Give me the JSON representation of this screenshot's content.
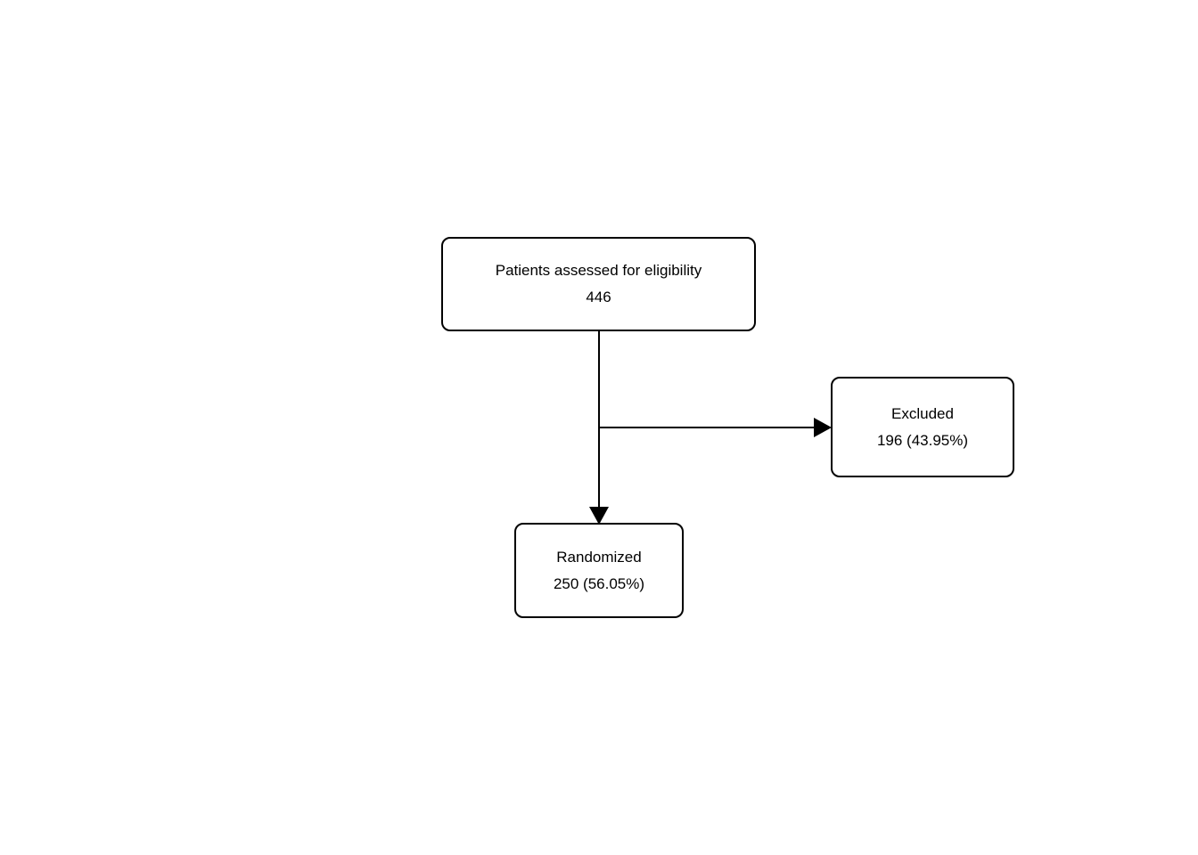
{
  "diagram": {
    "type": "flowchart",
    "nodes": {
      "assessed": {
        "label": "Patients assessed for eligibility",
        "value": "446"
      },
      "excluded": {
        "label": "Excluded",
        "value": "196 (43.95%)"
      },
      "randomized": {
        "label": "Randomized",
        "value": "250 (56.05%)"
      }
    },
    "edges": [
      {
        "from": "assessed",
        "to": "randomized",
        "direction": "down"
      },
      {
        "from": "assessed",
        "to": "excluded",
        "direction": "right"
      }
    ],
    "colors": {
      "background": "#ffffff",
      "box_fill": "#ffffff",
      "box_border": "#000000",
      "text": "#000000",
      "arrow": "#000000"
    }
  }
}
